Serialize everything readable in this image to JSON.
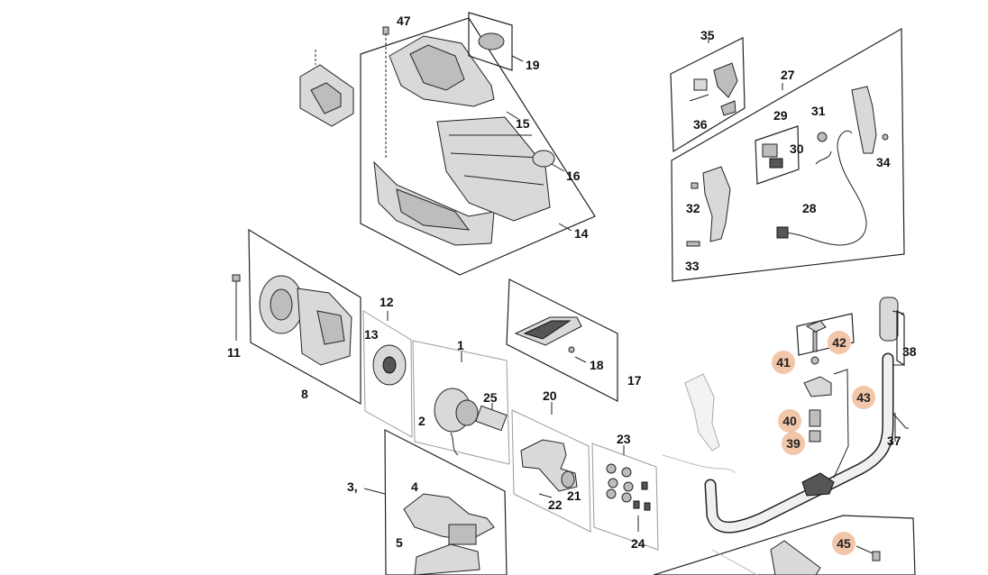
{
  "highlight_color": "#f2c6a8",
  "callouts": {
    "c47": "47",
    "c19": "19",
    "c15": "15",
    "c16": "16",
    "c14": "14",
    "c35": "35",
    "c36": "36",
    "c27": "27",
    "c29": "29",
    "c31": "31",
    "c30": "30",
    "c34": "34",
    "c32": "32",
    "c28": "28",
    "c33": "33",
    "c12": "12",
    "c13": "13",
    "c11": "11",
    "c8": "8",
    "c1": "1",
    "c25": "25",
    "c2": "2",
    "c20": "20",
    "c18": "18",
    "c17": "17",
    "c23": "23",
    "c21": "21",
    "c22": "22",
    "c24": "24",
    "c3": "3,",
    "c4": "4",
    "c5": "5",
    "c38": "38",
    "c37": "37",
    "c41": "41",
    "c42": "42",
    "c43": "43",
    "c40": "40",
    "c39": "39",
    "c45": "45"
  },
  "highlighted_callouts": [
    "41",
    "42",
    "43",
    "40",
    "39",
    "45"
  ]
}
